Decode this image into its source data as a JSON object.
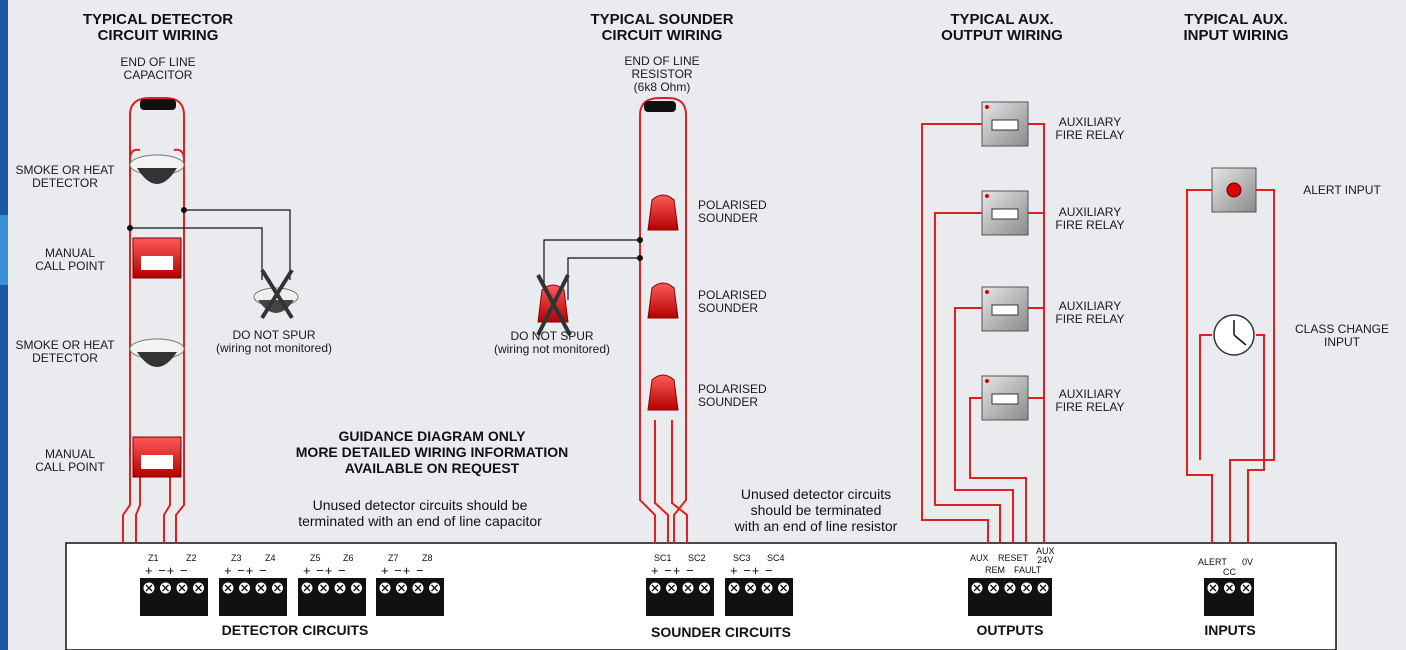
{
  "titles": {
    "detector": "TYPICAL DETECTOR\nCIRCUIT WIRING",
    "sounder": "TYPICAL SOUNDER\nCIRCUIT WIRING",
    "aux_output": "TYPICAL AUX.\nOUTPUT WIRING",
    "aux_input": "TYPICAL AUX.\nINPUT WIRING"
  },
  "labels": {
    "eol_capacitor": "END OF LINE\nCAPACITOR",
    "eol_resistor": "END OF LINE\nRESISTOR\n(6k8 Ohm)",
    "smoke_heat": "SMOKE OR HEAT\nDETECTOR",
    "manual_call_point": "MANUAL\nCALL POINT",
    "polarised_sounder": "POLARISED\nSOUNDER",
    "do_not_spur": "DO NOT SPUR\n(wiring not monitored)",
    "aux_fire_relay": "AUXILIARY\nFIRE RELAY",
    "alert_input": "ALERT INPUT",
    "class_change_input": "CLASS CHANGE\nINPUT"
  },
  "guidance": {
    "heading": "GUIDANCE DIAGRAM ONLY\nMORE DETAILED WIRING INFORMATION\nAVAILABLE ON REQUEST",
    "capacitor_note": "Unused detector circuits should be\nterminated with an end of line capacitor",
    "resistor_note": "Unused detector circuits\nshould be terminated\nwith an end of line resistor"
  },
  "panel": {
    "detector_terms": [
      "Z1",
      "Z2",
      "Z3",
      "Z4",
      "Z5",
      "Z6",
      "Z7",
      "Z8"
    ],
    "sounder_terms": [
      "SC1",
      "SC2",
      "SC3",
      "SC4"
    ],
    "output_terms": [
      "AUX",
      "REM",
      "RESET",
      "FAULT",
      "AUX\n24V"
    ],
    "input_terms": [
      "ALERT",
      "CC",
      "0V"
    ],
    "polarity": "+ −+ −",
    "groups": {
      "detector": "DETECTOR CIRCUITS",
      "sounder": "SOUNDER CIRCUITS",
      "outputs": "OUTPUTS",
      "inputs": "INPUTS"
    }
  },
  "colors": {
    "wire": "#e02020",
    "accent": "#1b57a5",
    "panel": "#ffffff"
  }
}
